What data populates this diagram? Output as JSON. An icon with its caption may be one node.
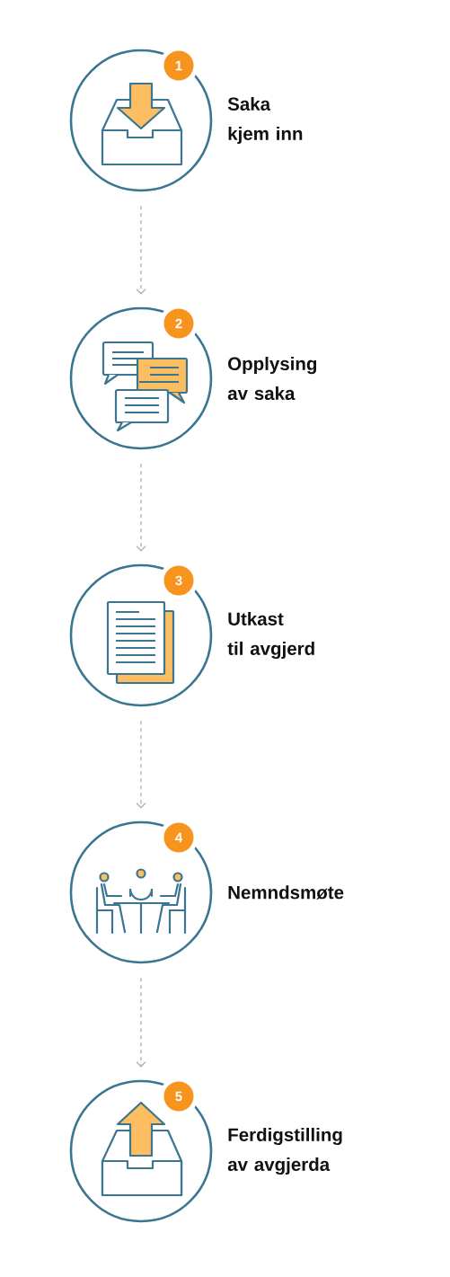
{
  "diagram": {
    "nodes": [
      {
        "text": [
          "1",
          "Saka kjem inn"
        ]
      },
      {
        "text": [
          "2",
          "Opplysing av saka"
        ]
      },
      {
        "text": [
          "3",
          "Utkast til avgjerd"
        ]
      },
      {
        "text": [
          "4",
          "Nemndsmøte"
        ]
      },
      {
        "text": [
          "5",
          "Ferdigstilling av avgjerda"
        ]
      }
    ],
    "edges": [
      {
        "from": 0,
        "to": 1,
        "arrow": "to",
        "style": "dashed"
      },
      {
        "from": 1,
        "to": 2,
        "arrow": "to",
        "style": "dashed"
      },
      {
        "from": 2,
        "to": 3,
        "arrow": "to",
        "style": "dashed"
      },
      {
        "from": 3,
        "to": 4,
        "arrow": "to",
        "style": "dashed"
      }
    ]
  }
}
